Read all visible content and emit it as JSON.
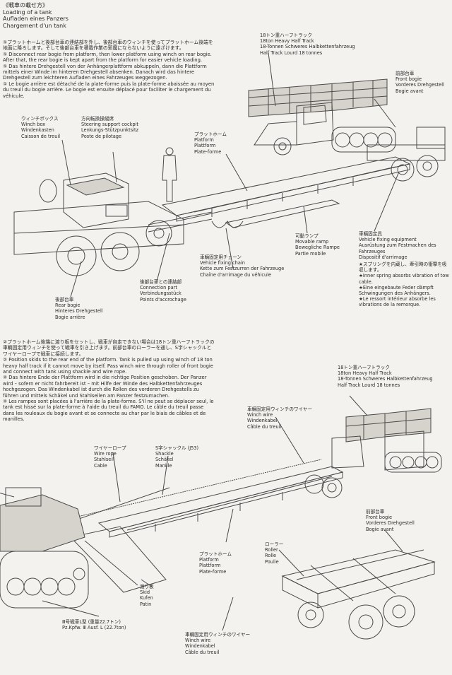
{
  "header": {
    "title_jp": "《戦車の載せ方》",
    "title_en": "Loading of a tank",
    "title_de": "Aufladen eines Panzers",
    "title_fr": "Chargement d'un tank"
  },
  "step1": {
    "jp": "①プラットホームと後部台車の連結部を外し、後部台車のウィンチを使ってプラットホーム後端を地面に降ろします。そして後部台車を積載作業の邪魔にならないように遠ざけます。",
    "en": "① Disconnect rear bogie from platform, then lower platform using winch on rear bogie. After that, the rear bogie is kept apart from the platform for easier vehicle loading.",
    "de": "① Das hintere Drehgestell von der Anhängerplattform abkuppeln, dann die Plattform mittels einer Winde im hinteren Drehgestell absenken. Danach wird das hintere Drehgestell zum leichteren Aufladen eines Fahrzeuges weggezogen.",
    "fr": "① Le bogie arrière est détaché de la plate-forme puis la plate-forme abaissée au moyen du treuil du bogie arrière. Le bogie est ensuite déplacé pour faciliter le chargement du véhicule."
  },
  "step2": {
    "jp": "②プラットホーム後端に渡り板をセットし、戦車が自走できない場合は18トン重ハーフトラックの車輛固定用ウィンチを使って戦車を引き上げます。前部台車のローラーを通し、S字シャックルとワイヤーロープで戦車に接続します。",
    "en": "② Position skids to the rear end of the platform. Tank is pulled up using winch of 18 ton heavy half track if it cannot move by itself. Pass winch wire through roller of front bogie and connect with tank using shackle and wire rope.",
    "de": "② Das hintere Ende der Plattform wird in die richtige Position geschoben. Der Panzer wird – sofern er nicht fahrbereit ist – mit Hilfe der Winde des Halbkettenfahrzeuges hochgezogen. Das Windenkabel ist durch die Rollen des vorderen Drehgestells zu führen und mittels Schäkel und Stahlseilen am Panzer festzumachen.",
    "fr": "② Les rampes sont placées à l'arrière de la plate-forme. S'il ne peut se déplacer seul, le tank est hissé sur la plate-forme à l'aide du treuil du FAMO. Le câble du treuil passe dans les rouleaux du bogie avant et se connecte au char par le biais de câbles et de manilles."
  },
  "labels1": {
    "halftrack": "18トン重ハーフトラック\n18ton Heavy Half Track\n18-Tonnen Schweres Halbkettenfahrzeug\nHalf Track Lourd 18 tonnes",
    "front_bogie": "前部台車\nFront bogie\nVorderes Drehgestell\nBogie avant",
    "winch_box": "ウィンチボックス\nWinch box\nWindenkasten\nCaisson de treuil",
    "steering": "方向転換操縦席\nSteering support cockpit\nLenkungs-Stützpunktsitz\nPoste de pilotage",
    "platform": "プラットホーム\nPlatform\nPlattform\nPlate-forme",
    "movable_ramp": "可動ランプ\nMovable ramp\nBewegliche Rampe\nPartie mobile",
    "fixing_equipment": "車輛固定具\nVehicle fixing equipment\nAusrüstung zum Festmachen des Fahrzeuges\nDispositif d'arrimage",
    "spring_note": "★スプリングを内蔵し、牽引時の衝撃を吸収します。\n★Inner spring absorbs vibration of tow cable.\n★Eine eingebaute Feder dämpft Schwingungen des Anhängers.\n★Le ressort intérieur absorbe les vibrations de la remorque.",
    "fixing_chain": "車輛固定用チェーン\nVehicle fixing chain\nKette zum Festzurren der Fahrzeuge\nChaîne d'arrimage du véhicule",
    "connection": "後部台車との連結部\nConnection part\nVerbindungsstück\nPoints d'accrochage",
    "rear_bogie": "後部台車\nRear bogie\nHinteres Drehgestell\nBogie arrière"
  },
  "labels2": {
    "halftrack": "18トン重ハーフトラック\n18ton Heavy Half Track\n18-Tonnen Schweres Halbkettenfahrzeug\nHalf Track Lourd 18 tonnes",
    "winch_wire": "車輛固定用ウィンチのワイヤー\nWinch wire\nWindenkabel\nCâble du treuil",
    "shackle": "S字シャックル (J53)\nShackle\nSchäkel\nManille",
    "wire_rope": "ワイヤーロープ\nWire rope\nStahlseil\nCable",
    "front_bogie": "前部台車\nFront bogie\nVorderes Drehgestell\nBogie avant",
    "roller": "ローラー\nRoller\nRolle\nPoulie",
    "platform": "プラットホーム\nPlatform\nPlattform\nPlate-forme",
    "skid": "渡り板\nSkid\nKufen\nPatin",
    "tank": "Ⅲ号戦車L型 (重量22.7トン)\nPz.Kpfw. Ⅲ Ausf. L (22.7ton)",
    "winch_wire_bottom": "車輛固定用ウィンチのワイヤー\nWinch wire\nWindenkabel\nCâble du treuil"
  }
}
